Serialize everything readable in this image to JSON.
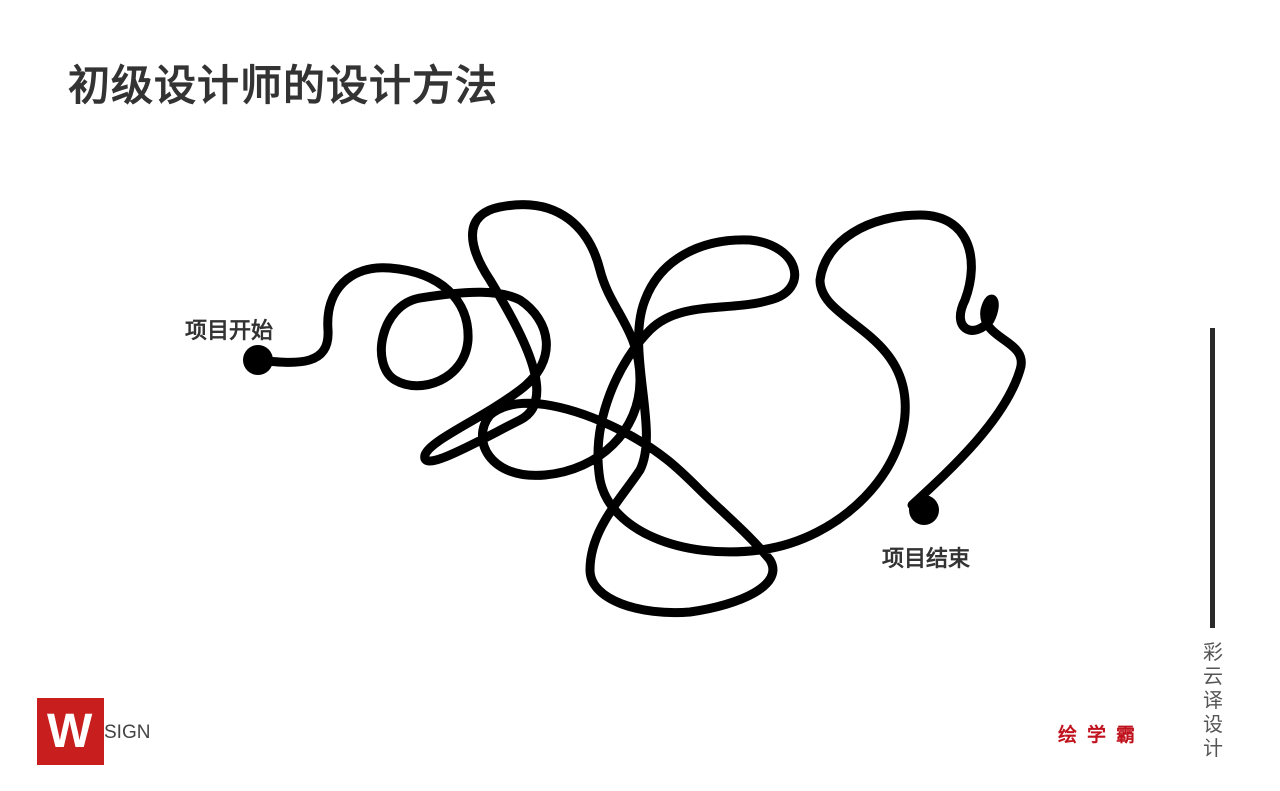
{
  "title": "初级设计师的设计方法",
  "start_label": "项目开始",
  "end_label": "项目结束",
  "side_text": "彩云译设计",
  "brand_text": "绘学霸",
  "logo": {
    "letter": "W",
    "text": "SIGN"
  },
  "colors": {
    "line": "#000000",
    "accent": "#c81e1e"
  }
}
